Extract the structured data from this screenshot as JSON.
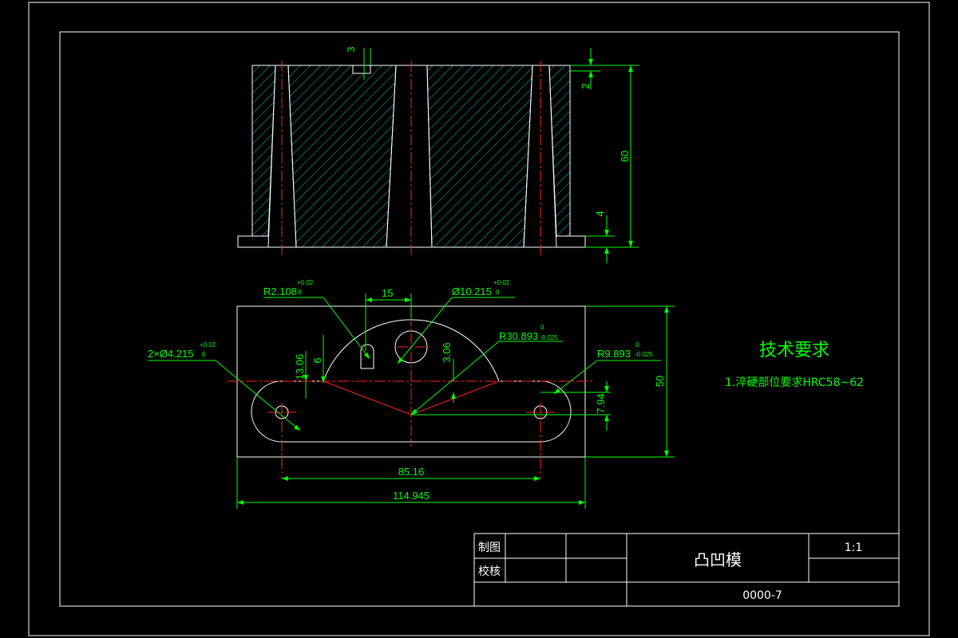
{
  "colors": {
    "background": "#000000",
    "outline": "#ffffff",
    "dimension": "#00ff00",
    "centerline": "#ff2020",
    "hatch": "#00c8c8"
  },
  "section_view": {
    "dims": {
      "top_step": "3",
      "top_offset": "2",
      "height": "60",
      "bottom": "4"
    }
  },
  "plan_view": {
    "dims": {
      "slot_radius": "R2.108",
      "slot_radius_tol_upper": "+0.02",
      "slot_radius_tol_lower": "0",
      "hole_dist": "15",
      "center_hole": "Ø10.215",
      "center_hole_tol_upper": "+0.02",
      "center_hole_tol_lower": "0",
      "arc_radius": "R30.893",
      "arc_radius_tol_upper": "0",
      "arc_radius_tol_lower": "-0.025",
      "end_radius": "R9.893",
      "end_radius_tol_upper": "0",
      "end_radius_tol_lower": "-0.025",
      "pin_holes": "2×Ø4.215",
      "pin_holes_tol_upper": "+0.02",
      "pin_holes_tol_lower": "0",
      "v_13": "13.06",
      "v_6": "6",
      "v_3": "3.06",
      "v_794": "7.94",
      "height_50": "50",
      "span": "85.16",
      "total": "114.945"
    }
  },
  "technical_requirements": {
    "title": "技术要求",
    "line1": "1.淬硬部位要求HRC58~62"
  },
  "title_block": {
    "drawn_label": "制图",
    "checked_label": "校核",
    "part_name": "凸凹模",
    "scale": "1:1",
    "drawing_number": "0000-7"
  }
}
